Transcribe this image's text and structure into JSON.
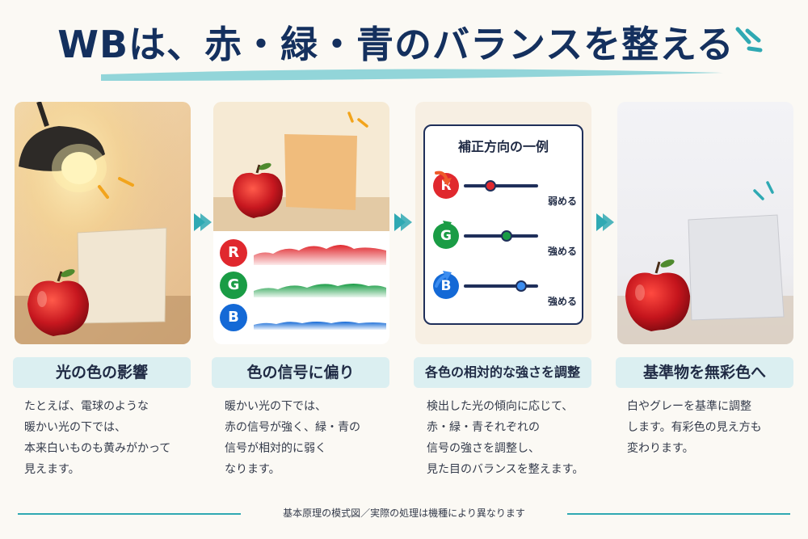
{
  "title": "WBは、赤・緑・青のバランスを整える",
  "colors": {
    "title": "#14305e",
    "accent_teal": "#2fa9b3",
    "header_bg": "#dbeff1",
    "red": "#e0282e",
    "green": "#1a9c45",
    "blue": "#1469d6",
    "orange": "#f2a41c"
  },
  "panels": [
    {
      "scene": "warm-lamp-apple-paper",
      "header": "光の色の影響",
      "description": [
        "たとえば、電球のような",
        "暖かい光の下では、",
        "本来白いものも黄みがかって",
        "見えます。"
      ]
    },
    {
      "scene": "apple-paper-with-rgb-signals",
      "signals": [
        {
          "badge": "R",
          "color": "#e0282e",
          "level": "strong"
        },
        {
          "badge": "G",
          "color": "#1a9c45",
          "level": "weak"
        },
        {
          "badge": "B",
          "color": "#1469d6",
          "level": "weak"
        }
      ],
      "header": "色の信号に偏り",
      "description": [
        "暖かい光の下では、",
        "赤の信号が強く、緑・青の",
        "信号が相対的に弱く",
        "なります。"
      ]
    },
    {
      "scene": "correction-example",
      "card_title": "補正方向の一例",
      "rows": [
        {
          "badge": "R",
          "color": "#e0282e",
          "knob_level": 0.35,
          "direction": "down-arrow-icon",
          "label": "弱める"
        },
        {
          "badge": "G",
          "color": "#1a9c45",
          "knob_level": 0.55,
          "direction": "up-arrow-icon",
          "label": "強める"
        },
        {
          "badge": "B",
          "color": "#1469d6",
          "knob_level": 0.75,
          "direction": "up-arrow-icon",
          "label": "強める"
        }
      ],
      "header": "各色の相対的な強さを調整",
      "description": [
        "検出した光の傾向に応じて、",
        "赤・緑・青それぞれの",
        "信号の強さを調整し、",
        "見た目のバランスを整えます。"
      ]
    },
    {
      "scene": "neutral-apple-paper",
      "header": "基準物を無彩色へ",
      "description": [
        "白やグレーを基準に調整",
        "します。有彩色の見え方も",
        "変わります。"
      ]
    }
  ],
  "footer": "基本原理の模式図／実際の処理は機種により異なります"
}
